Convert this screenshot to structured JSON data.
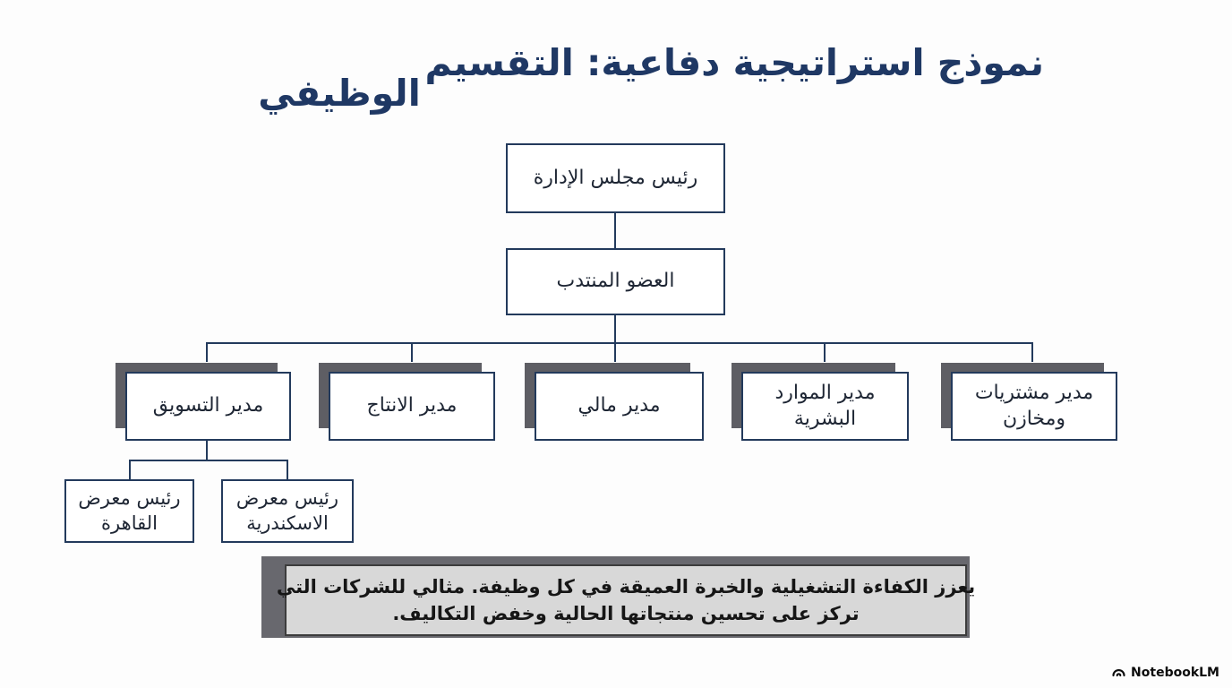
{
  "title": {
    "full": "نموذج استراتيجية دفاعية: التقسيم الوظيفي",
    "line1": "نموذج استراتيجية دفاعية: التقسيم",
    "line2": "الوظيفي"
  },
  "org": {
    "chairman": "رئيس مجلس الإدارة",
    "managing_director": "العضو المنتدب",
    "level3": [
      "مدير التسويق",
      "مدير الانتاج",
      "مدير مالي",
      "مدير الموارد البشرية",
      "مدير مشتريات ومخازن"
    ],
    "level4": [
      "رئيس معرض القاهرة",
      "رئيس معرض الاسكندرية"
    ]
  },
  "note": {
    "full": "يعزز الكفاءة التشغيلية والخبرة العميقة في كل وظيفة. مثالي للشركات التي تركز على تحسين منتجاتها الحالية وخفض التكاليف.",
    "line1": "يعزز الكفاءة التشغيلية والخبرة العميقة في كل وظيفة. مثالي للشركات التي",
    "line2": "تركز على تحسين منتجاتها الحالية وخفض التكاليف."
  },
  "footer": {
    "brand": "NotebookLM"
  },
  "colors": {
    "title": "#1f3864",
    "box_border": "#233a5c",
    "box_text": "#1e2634",
    "box_shadow": "#5e5e64",
    "note_background": "#d8d8d8",
    "note_border": "#3c3c3c",
    "note_shadow": "#68686e",
    "background": "#fdfdfd"
  }
}
